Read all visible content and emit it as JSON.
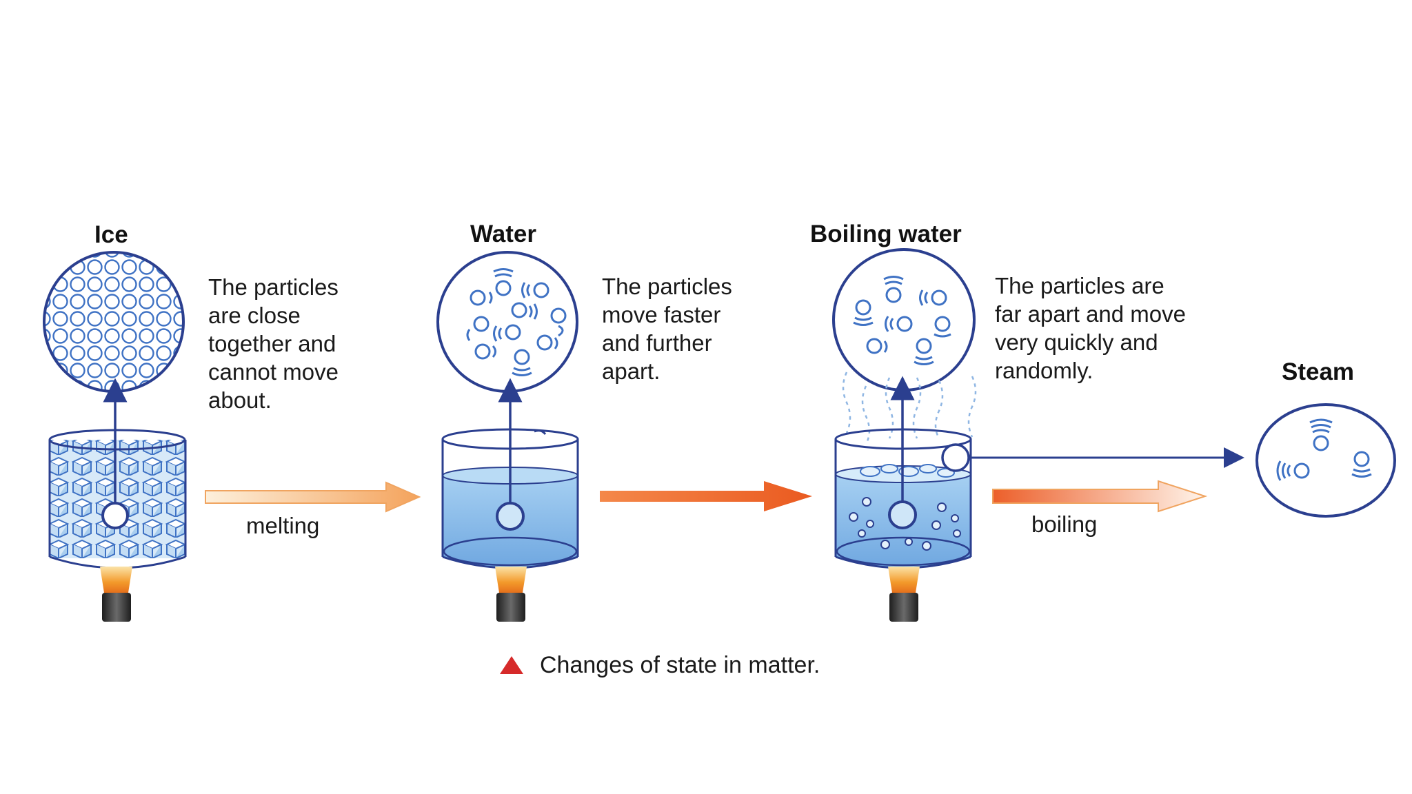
{
  "stages": [
    {
      "title": "Ice",
      "description": [
        "The particles",
        "are close",
        "together and",
        "cannot move",
        "about."
      ]
    },
    {
      "title": "Water",
      "description": [
        "The particles",
        "move faster",
        "and further",
        "apart."
      ]
    },
    {
      "title": "Boiling water",
      "description": [
        "The particles are",
        "far apart and move",
        "very quickly and",
        "randomly."
      ]
    },
    {
      "title": "Steam"
    }
  ],
  "processes": {
    "melting": "melting",
    "boiling": "boiling"
  },
  "caption": "Changes of state in matter.",
  "colors": {
    "outline": "#2b3f8f",
    "particle": "#5b8fd6",
    "water_fill": "#8fc0ee",
    "arrow_orange": "#ee6a2a",
    "arrow_light": "#fbe3c4",
    "flame": "#f39a2b",
    "burner": "#3a3a3a",
    "caption_marker": "#d62a2a"
  }
}
